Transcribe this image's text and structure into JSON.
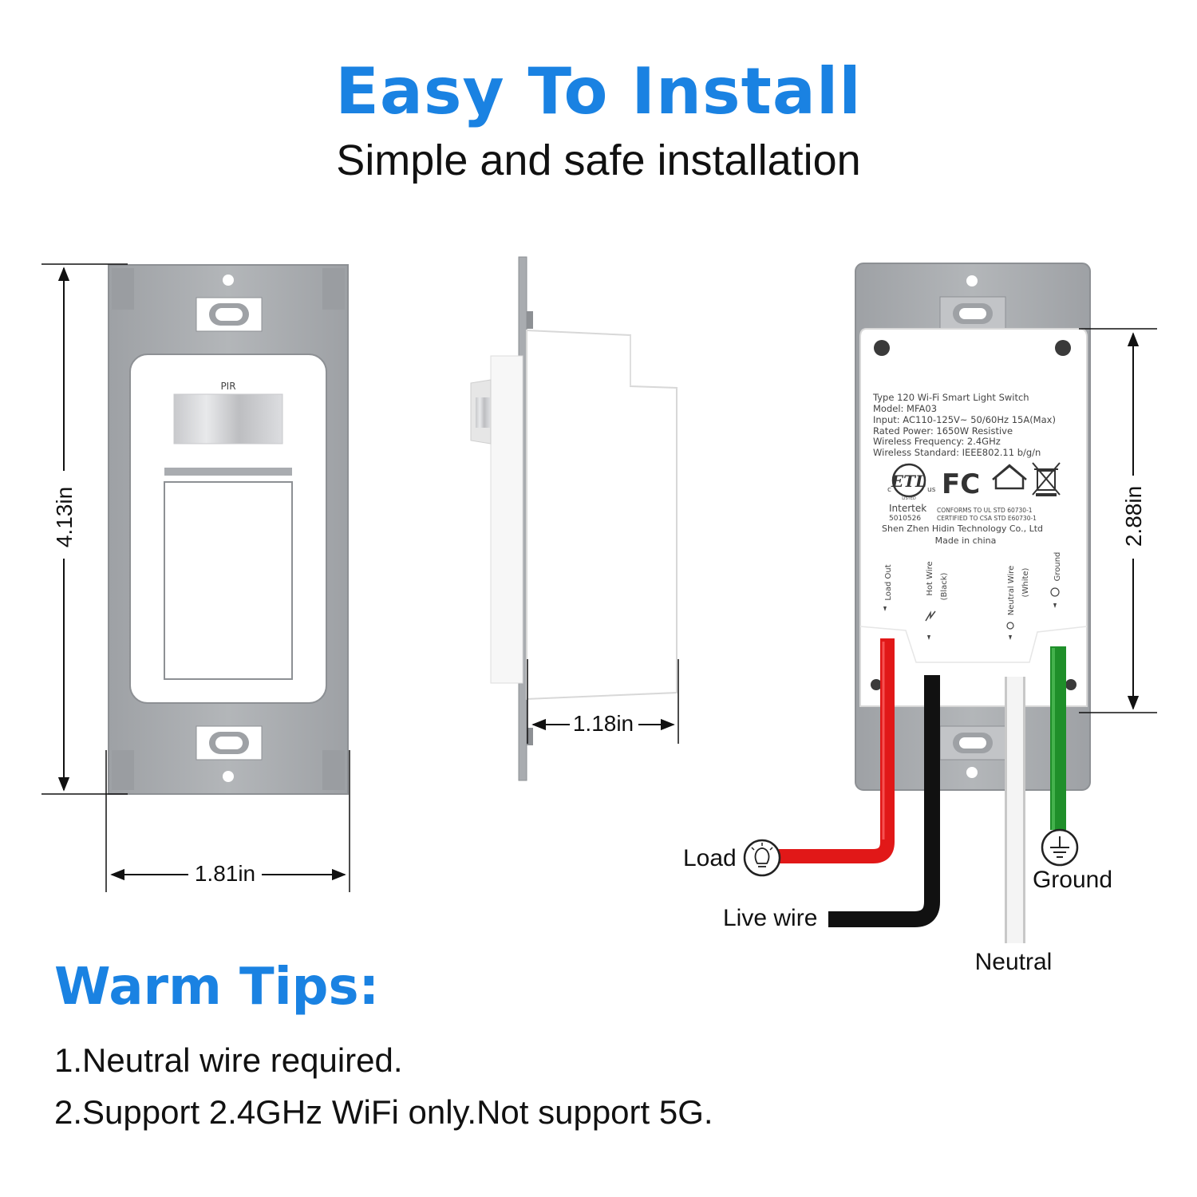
{
  "header": {
    "title": "Easy To Install",
    "subtitle": "Simple and safe installation"
  },
  "colors": {
    "accent": "#1a82e2",
    "plate": "#a9acb0",
    "plate_dark": "#8d9094",
    "hot_wire": "#e11818",
    "live_wire": "#111111",
    "neutral_wire": "#f2f2f2",
    "ground_wire": "#1f8f2a"
  },
  "dimensions": {
    "height": "4.13in",
    "width": "1.81in",
    "depth": "1.18in",
    "module_height": "2.88in"
  },
  "front_switch": {
    "sensor_label": "PIR"
  },
  "back_label": {
    "lines": [
      "Type 120 Wi-Fi Smart Light Switch",
      "Model: MFA03",
      "Input: AC110-125V~ 50/60Hz  15A(Max)",
      "Rated Power: 1650W      Resistive",
      "Wireless Frequency: 2.4GHz",
      "Wireless Standard: IEEE802.11 b/g/n"
    ],
    "etl_mark": "ETL",
    "etl_c": "c",
    "etl_us": "us",
    "etl_listed": "LISTED",
    "fcc_mark": "FC",
    "intertek": "Intertek",
    "intertek_code": "5010526",
    "conforms": "CONFORMS TO UL STD 60730-1",
    "certified": "CERTIFIED TO CSA STD E60730-1",
    "company": "Shen Zhen Hidin Technology Co., Ltd",
    "made_in": "Made in china",
    "terminal_load_out": "Load Out",
    "terminal_hot_wire": "Hot  Wire",
    "terminal_hot_color": "(Black)",
    "terminal_neutral_wire": "Neutral  Wire",
    "terminal_neutral_color": "(White)",
    "terminal_ground": "Ground"
  },
  "wires": {
    "load": "Load",
    "live": "Live wire",
    "neutral": "Neutral",
    "ground": "Ground"
  },
  "tips": {
    "heading": "Warm Tips:",
    "items": [
      "1.Neutral wire required.",
      "2.Support 2.4GHz WiFi only.Not support 5G."
    ]
  }
}
